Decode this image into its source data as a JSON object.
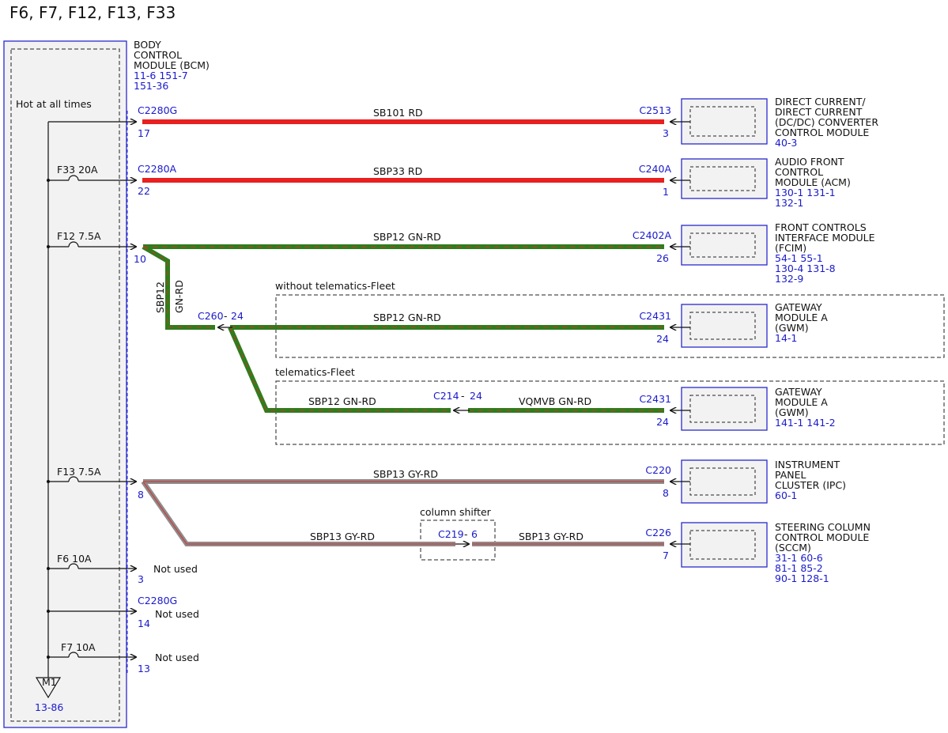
{
  "title": "F6, F7, F12, F13, F33",
  "bcm": {
    "name_lines": [
      "BODY",
      "CONTROL",
      "MODULE (BCM)"
    ],
    "refs": [
      "11-6  151-7",
      "151-36"
    ],
    "hot_label": "Hot at all times",
    "ground_label": "M1",
    "ground_ref": "13-86"
  },
  "fuses": {
    "f33": "F33  20A",
    "f12": "F12  7.5A",
    "f13": "F13  7.5A",
    "f6": "F6     10A",
    "f7": "F7   10A"
  },
  "bcm_pins": {
    "c2280g_top": "C2280G",
    "pin17": "17",
    "c2280a": "C2280A",
    "pin22": "22",
    "pin10": "10",
    "pin8": "8",
    "pin3": "3",
    "c2280g_bottom": "C2280G",
    "pin14": "14",
    "pin13": "13"
  },
  "not_used": [
    "Not used",
    "Not used",
    "Not used"
  ],
  "wires": {
    "sb101": "SB101   RD",
    "sbp33": "SBP33   RD",
    "sbp12_fcim": "SBP12   GN-RD",
    "sbp12_vert_a": "SBP12",
    "sbp12_vert_b": "GN-RD",
    "sbp12_gwm1": "SBP12   GN-RD",
    "sbp12_gwm2": "SBP12   GN-RD",
    "vqmvb": "VQMVB   GN-RD",
    "sbp13_ipc": "SBP13   GY-RD",
    "sbp13_sccm_left": "SBP13   GY-RD",
    "sbp13_sccm_right": "SBP13   GY-RD"
  },
  "splices": {
    "c260": "C260",
    "c260_pin": "24",
    "c214": "C214",
    "c214_pin": "24",
    "c219": "C219",
    "c219_pin": "6",
    "column_shifter": "column shifter"
  },
  "options": {
    "without_telematics": "without telematics-Fleet",
    "telematics": "telematics-Fleet"
  },
  "modules": [
    {
      "connector": "C2513",
      "pin": "3",
      "lines": [
        "DIRECT CURRENT/",
        "DIRECT CURRENT",
        "(DC/DC) CONVERTER",
        "CONTROL MODULE"
      ],
      "refs": [
        "40-3"
      ]
    },
    {
      "connector": "C240A",
      "pin": "1",
      "lines": [
        "AUDIO FRONT",
        "CONTROL",
        "MODULE (ACM)"
      ],
      "refs": [
        "130-1 131-1",
        "132-1"
      ]
    },
    {
      "connector": "C2402A",
      "pin": "26",
      "lines": [
        "FRONT CONTROLS",
        "INTERFACE MODULE",
        "(FCIM)"
      ],
      "refs": [
        "54-1   55-1",
        "130-4 131-8",
        "132-9"
      ]
    },
    {
      "connector": "C2431",
      "pin": "24",
      "lines": [
        "GATEWAY",
        "MODULE A",
        "(GWM)"
      ],
      "refs": [
        "14-1"
      ]
    },
    {
      "connector": "C2431",
      "pin": "24",
      "lines": [
        "GATEWAY",
        "MODULE A",
        "(GWM)"
      ],
      "refs": [
        "141-1 141-2"
      ]
    },
    {
      "connector": "C220",
      "pin": "8",
      "lines": [
        "INSTRUMENT",
        "PANEL",
        "CLUSTER (IPC)"
      ],
      "refs": [
        "60-1"
      ]
    },
    {
      "connector": "C226",
      "pin": "7",
      "lines": [
        "STEERING COLUMN",
        "CONTROL MODULE",
        "(SCCM)"
      ],
      "refs": [
        "31-1   60-6",
        "81-1   85-2",
        "90-1   128-1"
      ]
    }
  ],
  "colors": {
    "red_wire": "#e82020",
    "green_wire": "#2e7d1e",
    "green_stripe": "#c43a1a",
    "gray_wire": "#8c8c8c",
    "gray_stripe": "#d23c3c",
    "module_border": "#2a2acc",
    "ref_text": "#1a1acc"
  }
}
